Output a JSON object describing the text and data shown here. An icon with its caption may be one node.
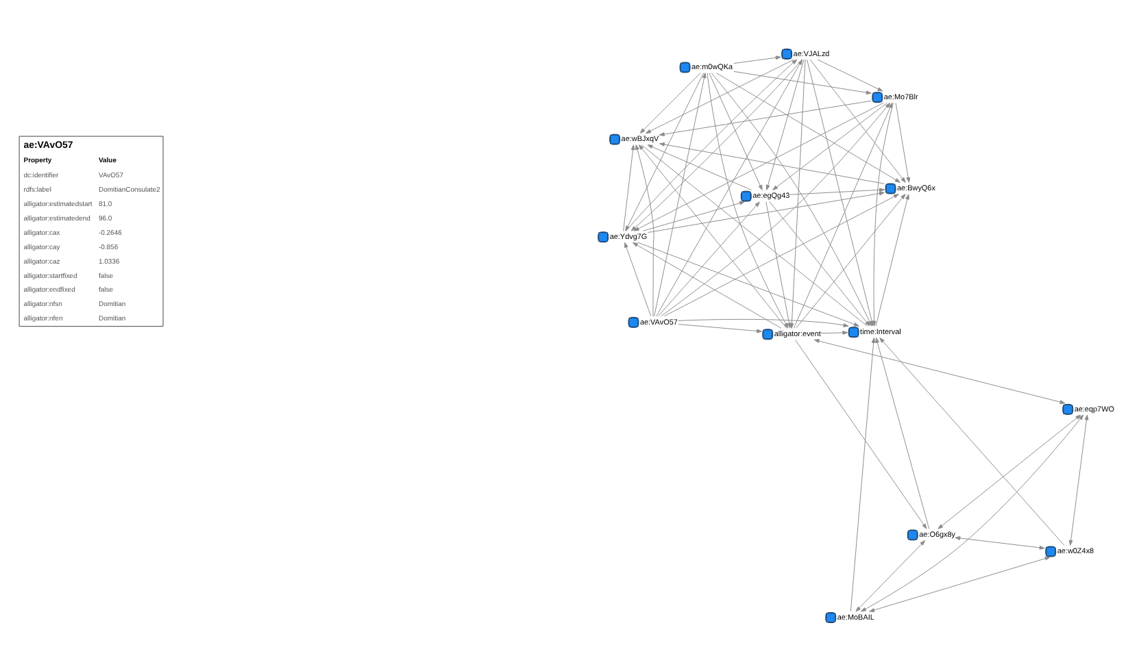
{
  "diagram": {
    "nodes": [
      {
        "text": [
          "ae:Ydvg7G"
        ]
      },
      {
        "text": [
          "ae:Mo7Blr"
        ]
      },
      {
        "text": [
          "ae:VAvO57"
        ]
      },
      {
        "text": [
          "ae:m0wQKa"
        ]
      },
      {
        "text": [
          "ae:VJALzd"
        ]
      },
      {
        "text": [
          "ae:egQg43"
        ]
      },
      {
        "text": [
          "alligator:event"
        ]
      },
      {
        "text": [
          "ae:BwyQ6x"
        ]
      },
      {
        "text": [
          "ae:MoBAIL"
        ]
      },
      {
        "text": [
          "ae:O6gx8y"
        ]
      },
      {
        "text": [
          "time:Interval"
        ]
      },
      {
        "text": [
          "ae:wBJxqV"
        ]
      },
      {
        "text": [
          "ae:w0Z4x8"
        ]
      },
      {
        "text": [
          "ae:eqp7WO"
        ]
      }
    ],
    "edges": [
      {
        "from": 2,
        "to": 0,
        "arrow": "to"
      },
      {
        "from": 2,
        "to": 1,
        "arrow": "to"
      },
      {
        "from": 2,
        "to": 3,
        "arrow": "to"
      },
      {
        "from": 2,
        "to": 4,
        "arrow": "to"
      },
      {
        "from": 2,
        "to": 5,
        "arrow": "to"
      },
      {
        "from": 2,
        "to": 6,
        "arrow": "to"
      },
      {
        "from": 2,
        "to": 7,
        "arrow": "to"
      },
      {
        "from": 2,
        "to": 11,
        "arrow": "to"
      },
      {
        "from": 2,
        "to": 10,
        "arrow": "to"
      },
      {
        "from": 3,
        "to": 0,
        "arrow": "to"
      },
      {
        "from": 3,
        "to": 1,
        "arrow": "to"
      },
      {
        "from": 3,
        "to": 4,
        "arrow": "to"
      },
      {
        "from": 3,
        "to": 5,
        "arrow": "to"
      },
      {
        "from": 3,
        "to": 6,
        "arrow": "to"
      },
      {
        "from": 3,
        "to": 7,
        "arrow": "to"
      },
      {
        "from": 3,
        "to": 11,
        "arrow": "to"
      },
      {
        "from": 3,
        "to": 10,
        "arrow": "to"
      },
      {
        "from": 4,
        "to": 0,
        "arrow": "to"
      },
      {
        "from": 4,
        "to": 1,
        "arrow": "to"
      },
      {
        "from": 4,
        "to": 5,
        "arrow": "to"
      },
      {
        "from": 4,
        "to": 7,
        "arrow": "to"
      },
      {
        "from": 4,
        "to": 11,
        "arrow": "to"
      },
      {
        "from": 4,
        "to": 10,
        "arrow": "to"
      },
      {
        "from": 4,
        "to": 6,
        "arrow": "to"
      },
      {
        "from": 0,
        "to": 4,
        "arrow": "to"
      },
      {
        "from": 0,
        "to": 11,
        "arrow": "to"
      },
      {
        "from": 0,
        "to": 10,
        "arrow": "to"
      },
      {
        "from": 0,
        "to": 7,
        "arrow": "to"
      },
      {
        "from": 0,
        "to": 5,
        "arrow": "to"
      },
      {
        "from": 1,
        "to": 5,
        "arrow": "to"
      },
      {
        "from": 1,
        "to": 7,
        "arrow": "to"
      },
      {
        "from": 1,
        "to": 11,
        "arrow": "to"
      },
      {
        "from": 1,
        "to": 10,
        "arrow": "to"
      },
      {
        "from": 1,
        "to": 0,
        "arrow": "to"
      },
      {
        "from": 5,
        "to": 7,
        "arrow": "to"
      },
      {
        "from": 5,
        "to": 11,
        "arrow": "to"
      },
      {
        "from": 5,
        "to": 6,
        "arrow": "to"
      },
      {
        "from": 5,
        "to": 10,
        "arrow": "to"
      },
      {
        "from": 6,
        "to": 1,
        "arrow": "to"
      },
      {
        "from": 6,
        "to": 0,
        "arrow": "to"
      },
      {
        "from": 6,
        "to": 7,
        "arrow": "to"
      },
      {
        "from": 6,
        "to": 10,
        "arrow": "to"
      },
      {
        "from": 6,
        "to": 11,
        "arrow": "to"
      },
      {
        "from": 6,
        "to": 13,
        "arrow": "both"
      },
      {
        "from": 6,
        "to": 9,
        "arrow": "to"
      },
      {
        "from": 8,
        "to": 10,
        "arrow": "to"
      },
      {
        "from": 8,
        "to": 12,
        "arrow": "both"
      },
      {
        "from": 13,
        "to": 8,
        "arrow": "both"
      },
      {
        "from": 9,
        "to": 8,
        "arrow": "both"
      },
      {
        "from": 9,
        "to": 10,
        "arrow": "to"
      },
      {
        "from": 9,
        "to": 12,
        "arrow": "both"
      },
      {
        "from": 9,
        "to": 13,
        "arrow": "both"
      },
      {
        "from": 13,
        "to": 12,
        "arrow": "both"
      },
      {
        "from": 12,
        "to": 10,
        "arrow": "to"
      },
      {
        "from": 11,
        "to": 10,
        "arrow": "none"
      },
      {
        "from": 10,
        "to": 7,
        "arrow": "to"
      },
      {
        "from": 7,
        "to": 11,
        "arrow": "to"
      }
    ],
    "labels": [
      "ae:VAvO57",
      "Property",
      "Value",
      "dc:identifier",
      "VAvO57",
      "rdfs:label",
      "DomitianConsulate2",
      "alligator:estimatedstart",
      "81.0",
      "alligator:estimatedend",
      "96.0",
      "alligator:cax",
      "-0.2646",
      "alligator:cay",
      "-0.856",
      "alligator:caz",
      "1.0336",
      "alligator:startfixed",
      "false",
      "alligator:endfixed",
      "false",
      "alligator:nfsn",
      "Domitian",
      "alligator:nfen",
      "Domitian"
    ]
  }
}
